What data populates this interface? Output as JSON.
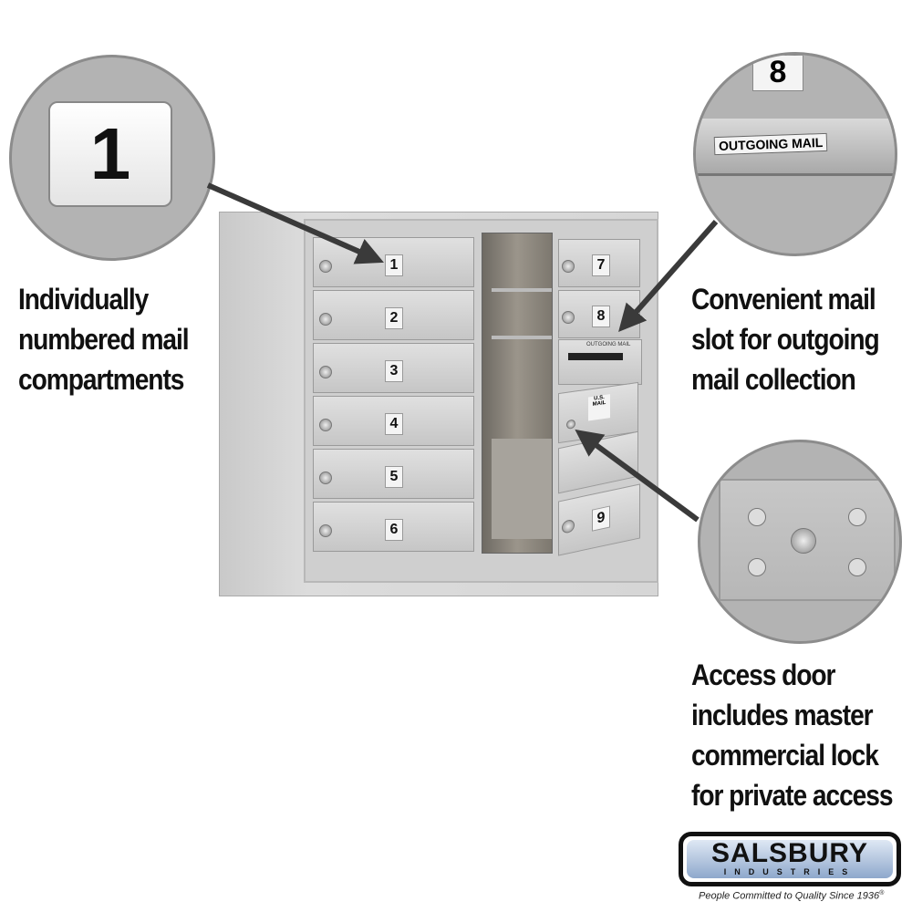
{
  "callouts": {
    "numbered": {
      "tile_number": "1",
      "lines": [
        "Individually",
        "numbered mail",
        "compartments"
      ]
    },
    "outgoing": {
      "tile_number": "8",
      "slot_label": "OUTGOING MAIL",
      "lines": [
        "Convenient mail",
        "slot for outgoing",
        "mail collection"
      ]
    },
    "access": {
      "lines": [
        "Access door",
        "includes master",
        "commercial lock",
        "for private access"
      ]
    }
  },
  "mailbox": {
    "left_doors": [
      "1",
      "2",
      "3",
      "4",
      "5",
      "6"
    ],
    "right_doors": [
      "7",
      "8",
      "9"
    ],
    "slot_label": "OUTGOING MAIL",
    "access_label": "U.S. MAIL"
  },
  "logo": {
    "name": "SALSBURY",
    "sub": "INDUSTRIES",
    "tagline": "People Committed to Quality Since 1936",
    "mark": "®"
  },
  "colors": {
    "arrow": "#3a3a3a",
    "circle": "#b3b3b3",
    "logo_blue": "#8ea8cc"
  }
}
